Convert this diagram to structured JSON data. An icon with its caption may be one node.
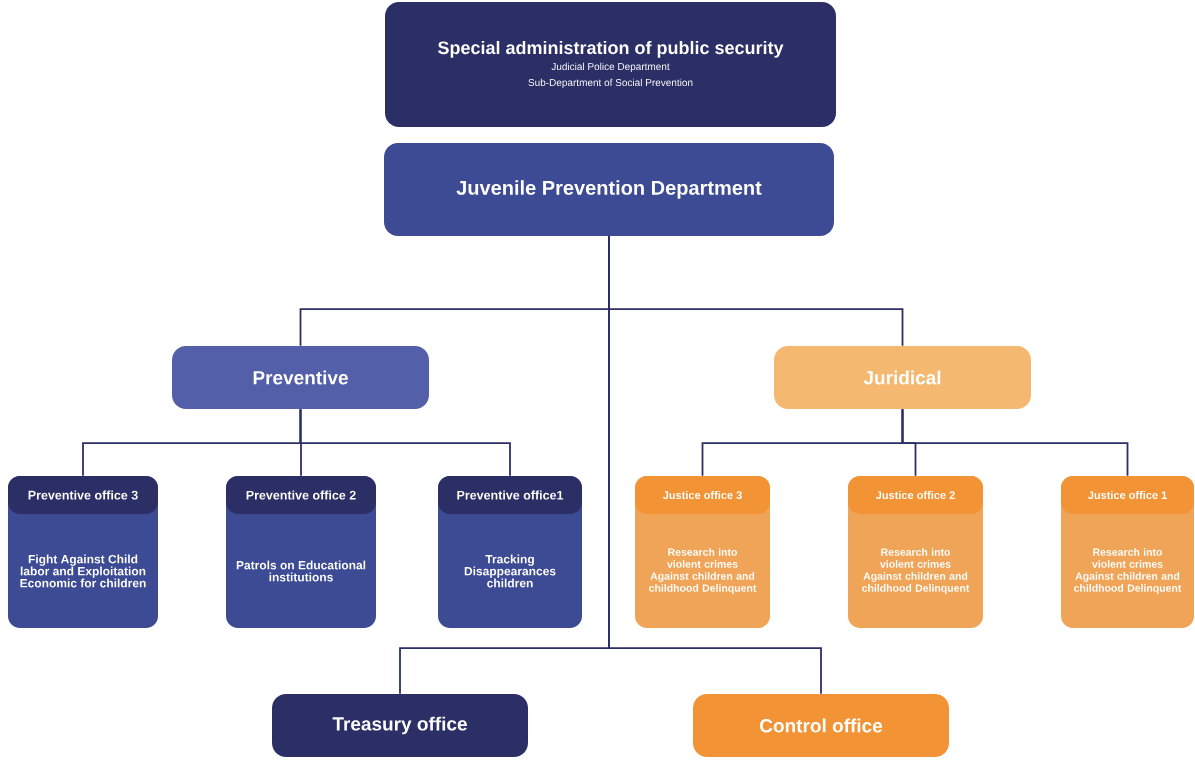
{
  "diagram": {
    "nodes": [
      {
        "text": [
          "Special administration of public security",
          "Judicial Police Department",
          "Sub-Department of Social Prevention"
        ]
      },
      {
        "text": [
          "Juvenile Prevention Department"
        ]
      },
      {
        "text": [
          "Preventive"
        ]
      },
      {
        "text": [
          "Juridical"
        ]
      },
      {
        "text": [
          "Preventive office 3",
          "Fight Against Child labor and Exploitation Economic for children"
        ]
      },
      {
        "text": [
          "Preventive office 2",
          "Patrols on Educational institutions"
        ]
      },
      {
        "text": [
          "Preventive office1",
          "Tracking Disappearances children"
        ]
      },
      {
        "text": [
          "Justice office 3",
          "Research into violent crimes Against children and childhood Delinquent"
        ]
      },
      {
        "text": [
          "Justice office 2",
          "Research into violent crimes Against children and childhood Delinquent"
        ]
      },
      {
        "text": [
          "Justice office 1",
          "Research into violent crimes Against children and childhood Delinquent"
        ]
      },
      {
        "text": [
          "Treasury office"
        ]
      },
      {
        "text": [
          "Control office"
        ]
      }
    ],
    "edges": [
      {
        "from": 1,
        "to": 2,
        "arrow": "none"
      },
      {
        "from": 1,
        "to": 3,
        "arrow": "none"
      },
      {
        "from": 1,
        "to": 10,
        "arrow": "none"
      },
      {
        "from": 1,
        "to": 11,
        "arrow": "none"
      },
      {
        "from": 2,
        "to": 4,
        "arrow": "none"
      },
      {
        "from": 2,
        "to": 5,
        "arrow": "none"
      },
      {
        "from": 2,
        "to": 6,
        "arrow": "none"
      },
      {
        "from": 3,
        "to": 7,
        "arrow": "none"
      },
      {
        "from": 3,
        "to": 8,
        "arrow": "none"
      },
      {
        "from": 3,
        "to": 9,
        "arrow": "none"
      }
    ]
  }
}
